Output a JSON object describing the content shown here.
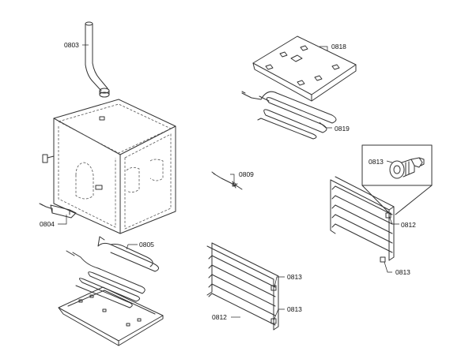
{
  "labels": {
    "l0803": "0803",
    "l0818": "0818",
    "l0819": "0819",
    "l0809": "0809",
    "l0813_detail": "0813",
    "l0812_right": "0812",
    "l0813_right": "0813",
    "l0804": "0804",
    "l0805": "0805",
    "l0813_a": "0813",
    "l0812_left": "0812",
    "l0813_b": "0813"
  }
}
